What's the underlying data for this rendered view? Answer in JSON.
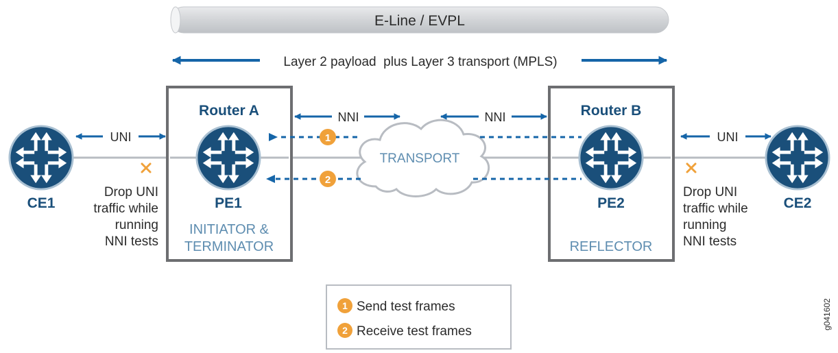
{
  "banner": {
    "title": "E-Line / EVPL"
  },
  "transport_label": "Layer 2 payload  plus Layer 3 transport (MPLS)",
  "links": {
    "uni": "UNI",
    "nni": "NNI"
  },
  "cloud_label": "TRANSPORT",
  "ce1": {
    "name": "CE1"
  },
  "ce2": {
    "name": "CE2"
  },
  "router_a": {
    "title": "Router A",
    "pe": "PE1",
    "role_line1": "INITIATOR &",
    "role_line2": "TERMINATOR"
  },
  "router_b": {
    "title": "Router B",
    "pe": "PE2",
    "role": "REFLECTOR"
  },
  "drop_note": {
    "line1": "Drop UNI",
    "line2": "traffic while",
    "line3": "running",
    "line4": "NNI tests"
  },
  "step_badges": {
    "one": "1",
    "two": "2"
  },
  "legend": {
    "send": "Send test frames",
    "receive": "Receive test frames"
  },
  "figure_id": "g041602",
  "colors": {
    "router_fill": "#1a4f7a",
    "arrow_blue": "#1565a8",
    "badge_orange": "#f0a13a",
    "box_gray": "#6d6e71",
    "line_gray": "#b8bcc2",
    "muted_text": "#5e8db0"
  }
}
